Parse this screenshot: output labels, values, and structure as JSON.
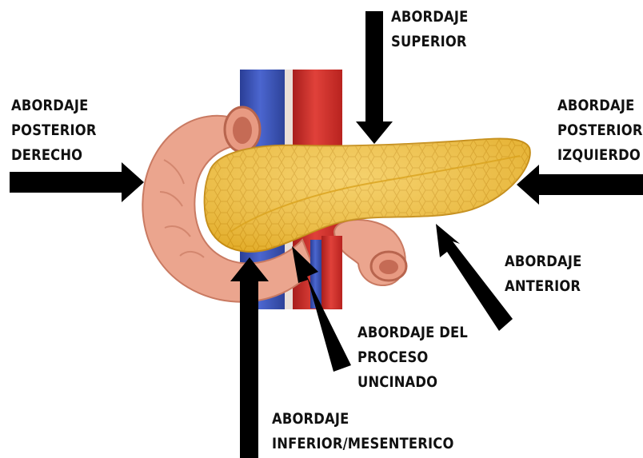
{
  "labels": {
    "superior": [
      "ABORDAJE",
      "SUPERIOR"
    ],
    "posterior_derecho": [
      "ABORDAJE",
      "POSTERIOR",
      "DERECHO"
    ],
    "posterior_izquierdo": [
      "ABORDAJE",
      "POSTERIOR",
      "IZQUIERDO"
    ],
    "anterior": [
      "ABORDAJE",
      "ANTERIOR"
    ],
    "proceso_uncinado": [
      "ABORDAJE DEL",
      "PROCESO",
      "UNCINADO"
    ],
    "inferior_mesenterico": [
      "ABORDAJE",
      "INFERIOR/MESENTERICO"
    ]
  },
  "colors": {
    "arrow": "#000000",
    "pancreas": "#f2c23c",
    "duodenum": "#eba58e",
    "artery": "#d8332d",
    "vein": "#3a52b8"
  }
}
